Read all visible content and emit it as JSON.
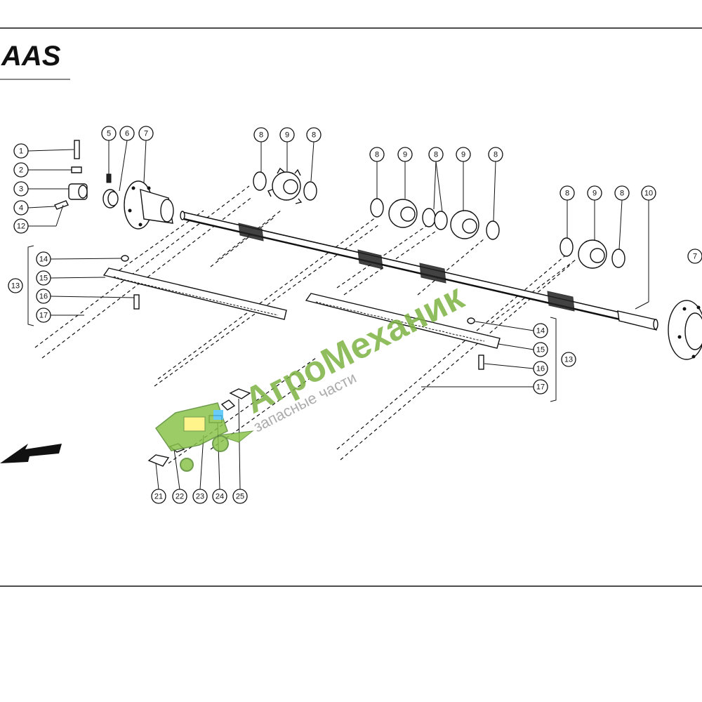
{
  "brand": {
    "logo_text": "AAS"
  },
  "watermark": {
    "title": "АгроМеханик",
    "subtitle": "запасные части",
    "color": "#7cb342"
  },
  "callouts": [
    {
      "n": "1"
    },
    {
      "n": "2"
    },
    {
      "n": "3"
    },
    {
      "n": "4"
    },
    {
      "n": "12"
    },
    {
      "n": "5"
    },
    {
      "n": "6"
    },
    {
      "n": "7"
    },
    {
      "n": "8"
    },
    {
      "n": "9"
    },
    {
      "n": "8"
    },
    {
      "n": "8"
    },
    {
      "n": "9"
    },
    {
      "n": "8"
    },
    {
      "n": "9"
    },
    {
      "n": "8"
    },
    {
      "n": "8"
    },
    {
      "n": "9"
    },
    {
      "n": "8"
    },
    {
      "n": "10"
    },
    {
      "n": "7"
    },
    {
      "n": "13"
    },
    {
      "n": "14"
    },
    {
      "n": "15"
    },
    {
      "n": "16"
    },
    {
      "n": "17"
    },
    {
      "n": "14"
    },
    {
      "n": "15"
    },
    {
      "n": "16"
    },
    {
      "n": "13"
    },
    {
      "n": "17"
    },
    {
      "n": "21"
    },
    {
      "n": "22"
    },
    {
      "n": "23"
    },
    {
      "n": "24"
    },
    {
      "n": "25"
    }
  ]
}
